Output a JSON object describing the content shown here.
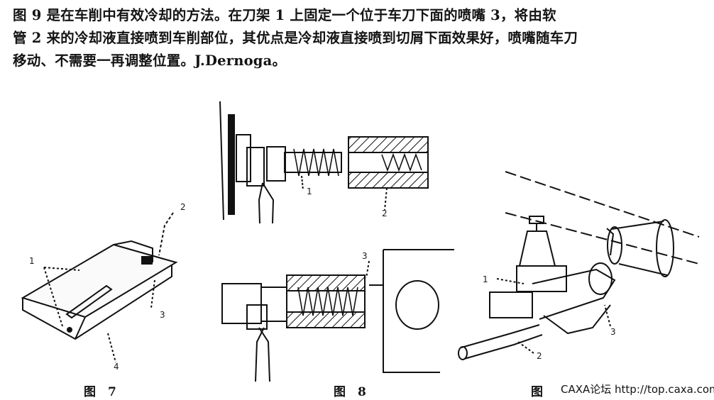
{
  "paragraph": {
    "line1": "图 9 是在车削中有效冷却的方法。在刀架 1 上固定一个位于车刀下面的喷嘴 3，将由软",
    "line2": "管 2 来的冷却液直接喷到车削部位，其优点是冷却液直接喷到切屑下面效果好，喷嘴随车刀",
    "line3": "移动、不需要一再调整位置。J.Dernoga。"
  },
  "fig7": {
    "caption": "图　7",
    "labels": {
      "l1": "1",
      "l2": "2",
      "l3": "3",
      "l4": "4"
    }
  },
  "fig8": {
    "caption": "图　8",
    "labels": {
      "l1": "1",
      "l2": "2",
      "l3": "3"
    }
  },
  "fig9": {
    "caption": "图",
    "labels": {
      "l1": "1",
      "l2": "2",
      "l3": "3"
    }
  },
  "watermark": "CAXA论坛 http://top.caxa.com/"
}
